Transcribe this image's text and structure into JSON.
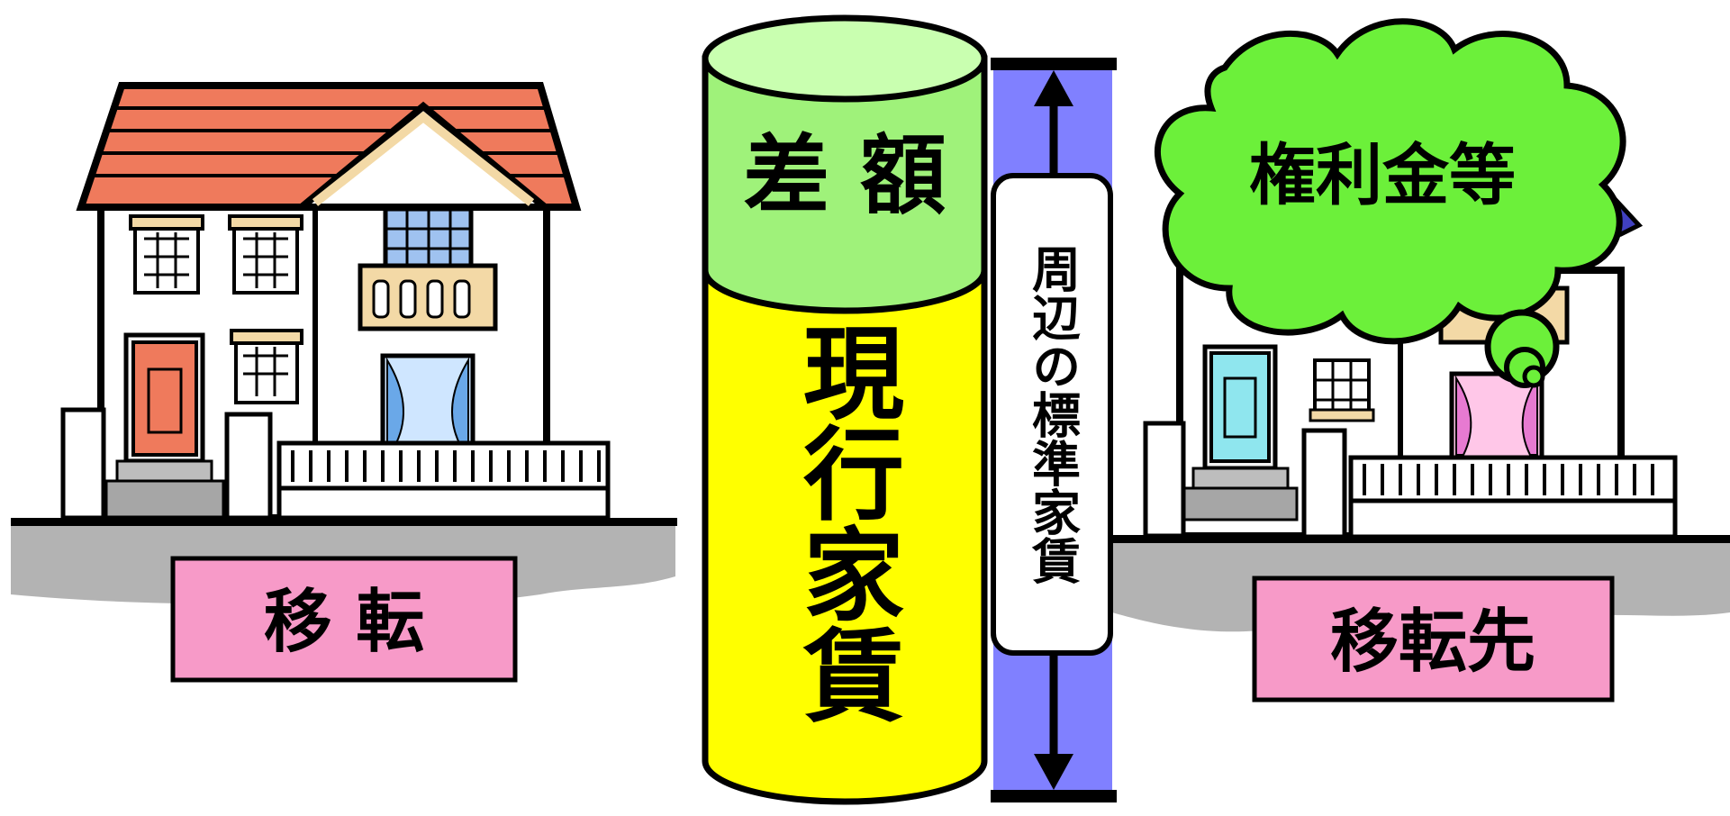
{
  "labels": {
    "left_house": "移 転",
    "right_house": "移転先",
    "difference": "差 額",
    "current_rent": "現行家賃",
    "standard_rent": "周辺の標準家賃",
    "key_money": "権利金等"
  },
  "colors": {
    "label_box_fill": "#f79ac8",
    "difference_fill": "#9ff27a",
    "cylinder_top_fill": "#c9ffb0",
    "current_rent_fill": "#ffff00",
    "standard_band_fill": "#8080ff",
    "cloud_fill": "#6cf03a",
    "ground_fill": "#b3b3b3",
    "roof_fill": "#ef7a5c"
  },
  "icons": {
    "left_house": "house-icon",
    "right_house": "house-icon",
    "thought_cloud": "cloud-icon",
    "double_arrow": "double-arrow-icon"
  }
}
